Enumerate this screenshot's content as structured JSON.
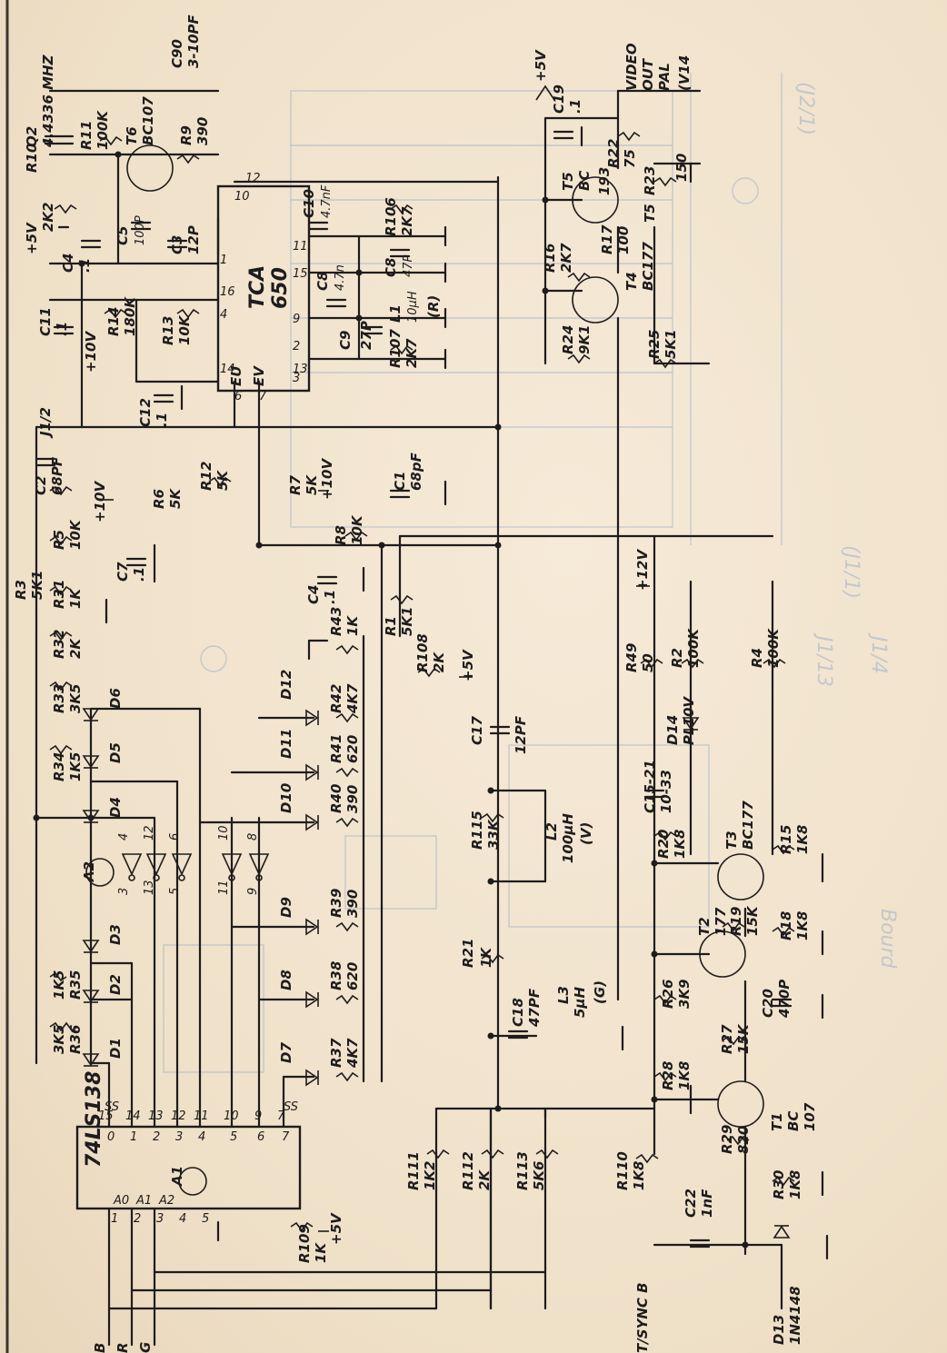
{
  "ic_tca650": {
    "name": "TCA",
    "number": "650",
    "pin_eu": "EU",
    "pin_ev": "EV",
    "pins": {
      "p1": "1",
      "p2": "2",
      "p3": "3",
      "p4": "4",
      "p6": "6",
      "p7": "7",
      "p9": "9",
      "p10": "10",
      "p11": "11",
      "p12": "12",
      "p13": "13",
      "p14": "14",
      "p15": "15",
      "p16": "16"
    }
  },
  "ic_74ls138": {
    "name": "74LS138",
    "inputs": [
      "A0",
      "A1",
      "A2"
    ],
    "outputs": [
      "0",
      "1",
      "2",
      "3",
      "4",
      "5",
      "6",
      "7"
    ],
    "pins": {
      "p1": "1",
      "p2": "2",
      "p3": "3",
      "p4": "4",
      "p5": "5",
      "p7": "7",
      "p9": "9",
      "p10": "10",
      "p11": "11",
      "p12": "12",
      "p13": "13",
      "p14": "14",
      "p15": "15"
    },
    "ss": "SS"
  },
  "gates": {
    "pins": {
      "p3": "3",
      "p4": "4",
      "p5": "5",
      "p6": "6",
      "p8": "8",
      "p9": "9",
      "p10": "10",
      "p11": "11",
      "p12": "12",
      "p13": "13"
    }
  },
  "inputs": {
    "b": "B",
    "r": "R",
    "g": "G",
    "sync": "T/SYNC B"
  },
  "output": {
    "line1": "VIDEO",
    "line2": "OUT",
    "line3": "PAL",
    "connector": "(V14"
  },
  "labels": {
    "plus5v": "+5V",
    "plus10v": "+10V",
    "plus12v": "+12V",
    "j1_2": "J1/2",
    "bc": "BC",
    "q2": "Q2",
    "q2_val": "4.4336 MHZ",
    "r10": "R10",
    "r10_val": "2K2",
    "c4": "C4",
    "c4_val": ".1",
    "r11": "R11",
    "r11_val": "100K",
    "t6": "T6",
    "t6_val": "BC107",
    "c90": "C90",
    "c90_val": "3-10PF",
    "r9": "R9",
    "r9_val": "390",
    "c5": "C5",
    "c5_val": "100P",
    "c3": "C3",
    "c3_val": "12P",
    "c11": "C11",
    "c11_val": ".1",
    "r14": "R14",
    "r14_val": "180K",
    "r13": "R13",
    "r13_val": "10K",
    "c12": "C12",
    "c12_val": ".1",
    "c10": "C10",
    "c10_val": "4.7nF",
    "c8": "C8",
    "c8_val": "4.7n",
    "c9": "C9",
    "c9_val": "27P",
    "r106": "R106",
    "r106_val": "2K7",
    "c8b": "C8",
    "c8b_val": "47P",
    "l1": "L1",
    "l1_val": "10µH",
    "r107": "R107",
    "r107_val": "2K7",
    "r_channel": "(R)",
    "c2": "C2",
    "c2_val": "68PF",
    "r5": "R5",
    "r5_val": "10K",
    "r6": "R6",
    "r6_val": "5K",
    "r12": "R12",
    "r12_val": "5K",
    "c7": "C7",
    "c7_val": ".1",
    "r3": "R3",
    "r3_val": "5K1",
    "r31": "R31",
    "r31_val": "1K",
    "r32": "R32",
    "r32_val": "2K",
    "r33": "R33",
    "r33_val": "3K5",
    "r34": "R34",
    "r34_val": "1K5",
    "r35": "R35",
    "r35_val": "1K5",
    "r36": "R36",
    "r36_val": "3K5",
    "d1": "D1",
    "d2": "D2",
    "d3": "D3",
    "d4": "D4",
    "d5": "D5",
    "d6": "D6",
    "d7": "D7",
    "d8": "D8",
    "d9": "D9",
    "d10": "D10",
    "d11": "D11",
    "d12": "D12",
    "a1": "A1",
    "a2": "A2",
    "r37": "R37",
    "r37_val": "4K7",
    "r38": "R38",
    "r38_val": "620",
    "r39": "R39",
    "r39_val": "390",
    "r40": "R40",
    "r40_val": "390",
    "r41": "R41",
    "r41_val": "620",
    "r42": "R42",
    "r42_val": "4K7",
    "r43": "R43",
    "r43_val": "1K",
    "r7": "R7",
    "r7_val": "5K",
    "r8": "R8",
    "r8_val": "10K",
    "c1": "C1",
    "c1_val": "68pF",
    "r1": "R1",
    "r1_val": "5K1",
    "r108": "R108",
    "r108_val": "2K",
    "c17": "C17",
    "c17_val": "12PF",
    "r115": "R115",
    "r115_val": "33K",
    "l2": "L2",
    "l2_val": "100µH",
    "v_channel": "(V)",
    "r21": "R21",
    "r21_val": "1K",
    "c18": "C18",
    "c18_val": "47PF",
    "l3": "L3",
    "l3_val": "5µH",
    "g_channel": "(G)",
    "r109": "R109",
    "r109_val": "1K",
    "r111": "R111",
    "r111_val": "1K2",
    "r112": "R112",
    "r112_val": "2K",
    "r113": "R113",
    "r113_val": "5K6",
    "r110": "R110",
    "r110_val": "1K8",
    "c19": "C19",
    "c19_val": ".1",
    "t5": "T5",
    "t5_val": "193",
    "r22": "R22",
    "r22_val": "75",
    "r23": "R23",
    "r23_val": "150",
    "r16": "R16",
    "r16_val": "2K7",
    "r17": "R17",
    "r17_val": "100",
    "t4": "T4",
    "t4_val": "BC177",
    "r24": "R24",
    "r24_val": "9K1",
    "r25": "R25",
    "r25_val": "5K1",
    "r49": "R49",
    "r49_val": "50",
    "r2": "R2",
    "r2_val": "100K",
    "r4": "R4",
    "r4_val": "100K",
    "d14": "D14",
    "d14_val": "PL10V",
    "c15": "C15-21",
    "c15_val": "10-33",
    "r20": "R20",
    "r20_val": "1K8",
    "t3": "T3",
    "t3_val": "BC177",
    "r15": "R15",
    "r15_val": "1K8",
    "t2": "T2",
    "t2_val": "177",
    "r19": "R19",
    "r19_val": "15K",
    "r18": "R18",
    "r18_val": "1K8",
    "r26": "R26",
    "r26_val": "3K9",
    "c20": "C20",
    "c20_val": "470P",
    "r27": "R27",
    "r27_val": "15K",
    "r28": "R28",
    "r28_val": "1K8",
    "r29": "R29",
    "r29_val": "820",
    "t1": "T1",
    "t1_val": "107",
    "r30": "R30",
    "r30_val": "1K8",
    "c22": "C22",
    "c22_val": "1nF",
    "d13": "D13",
    "d13_val": "1N4148"
  }
}
